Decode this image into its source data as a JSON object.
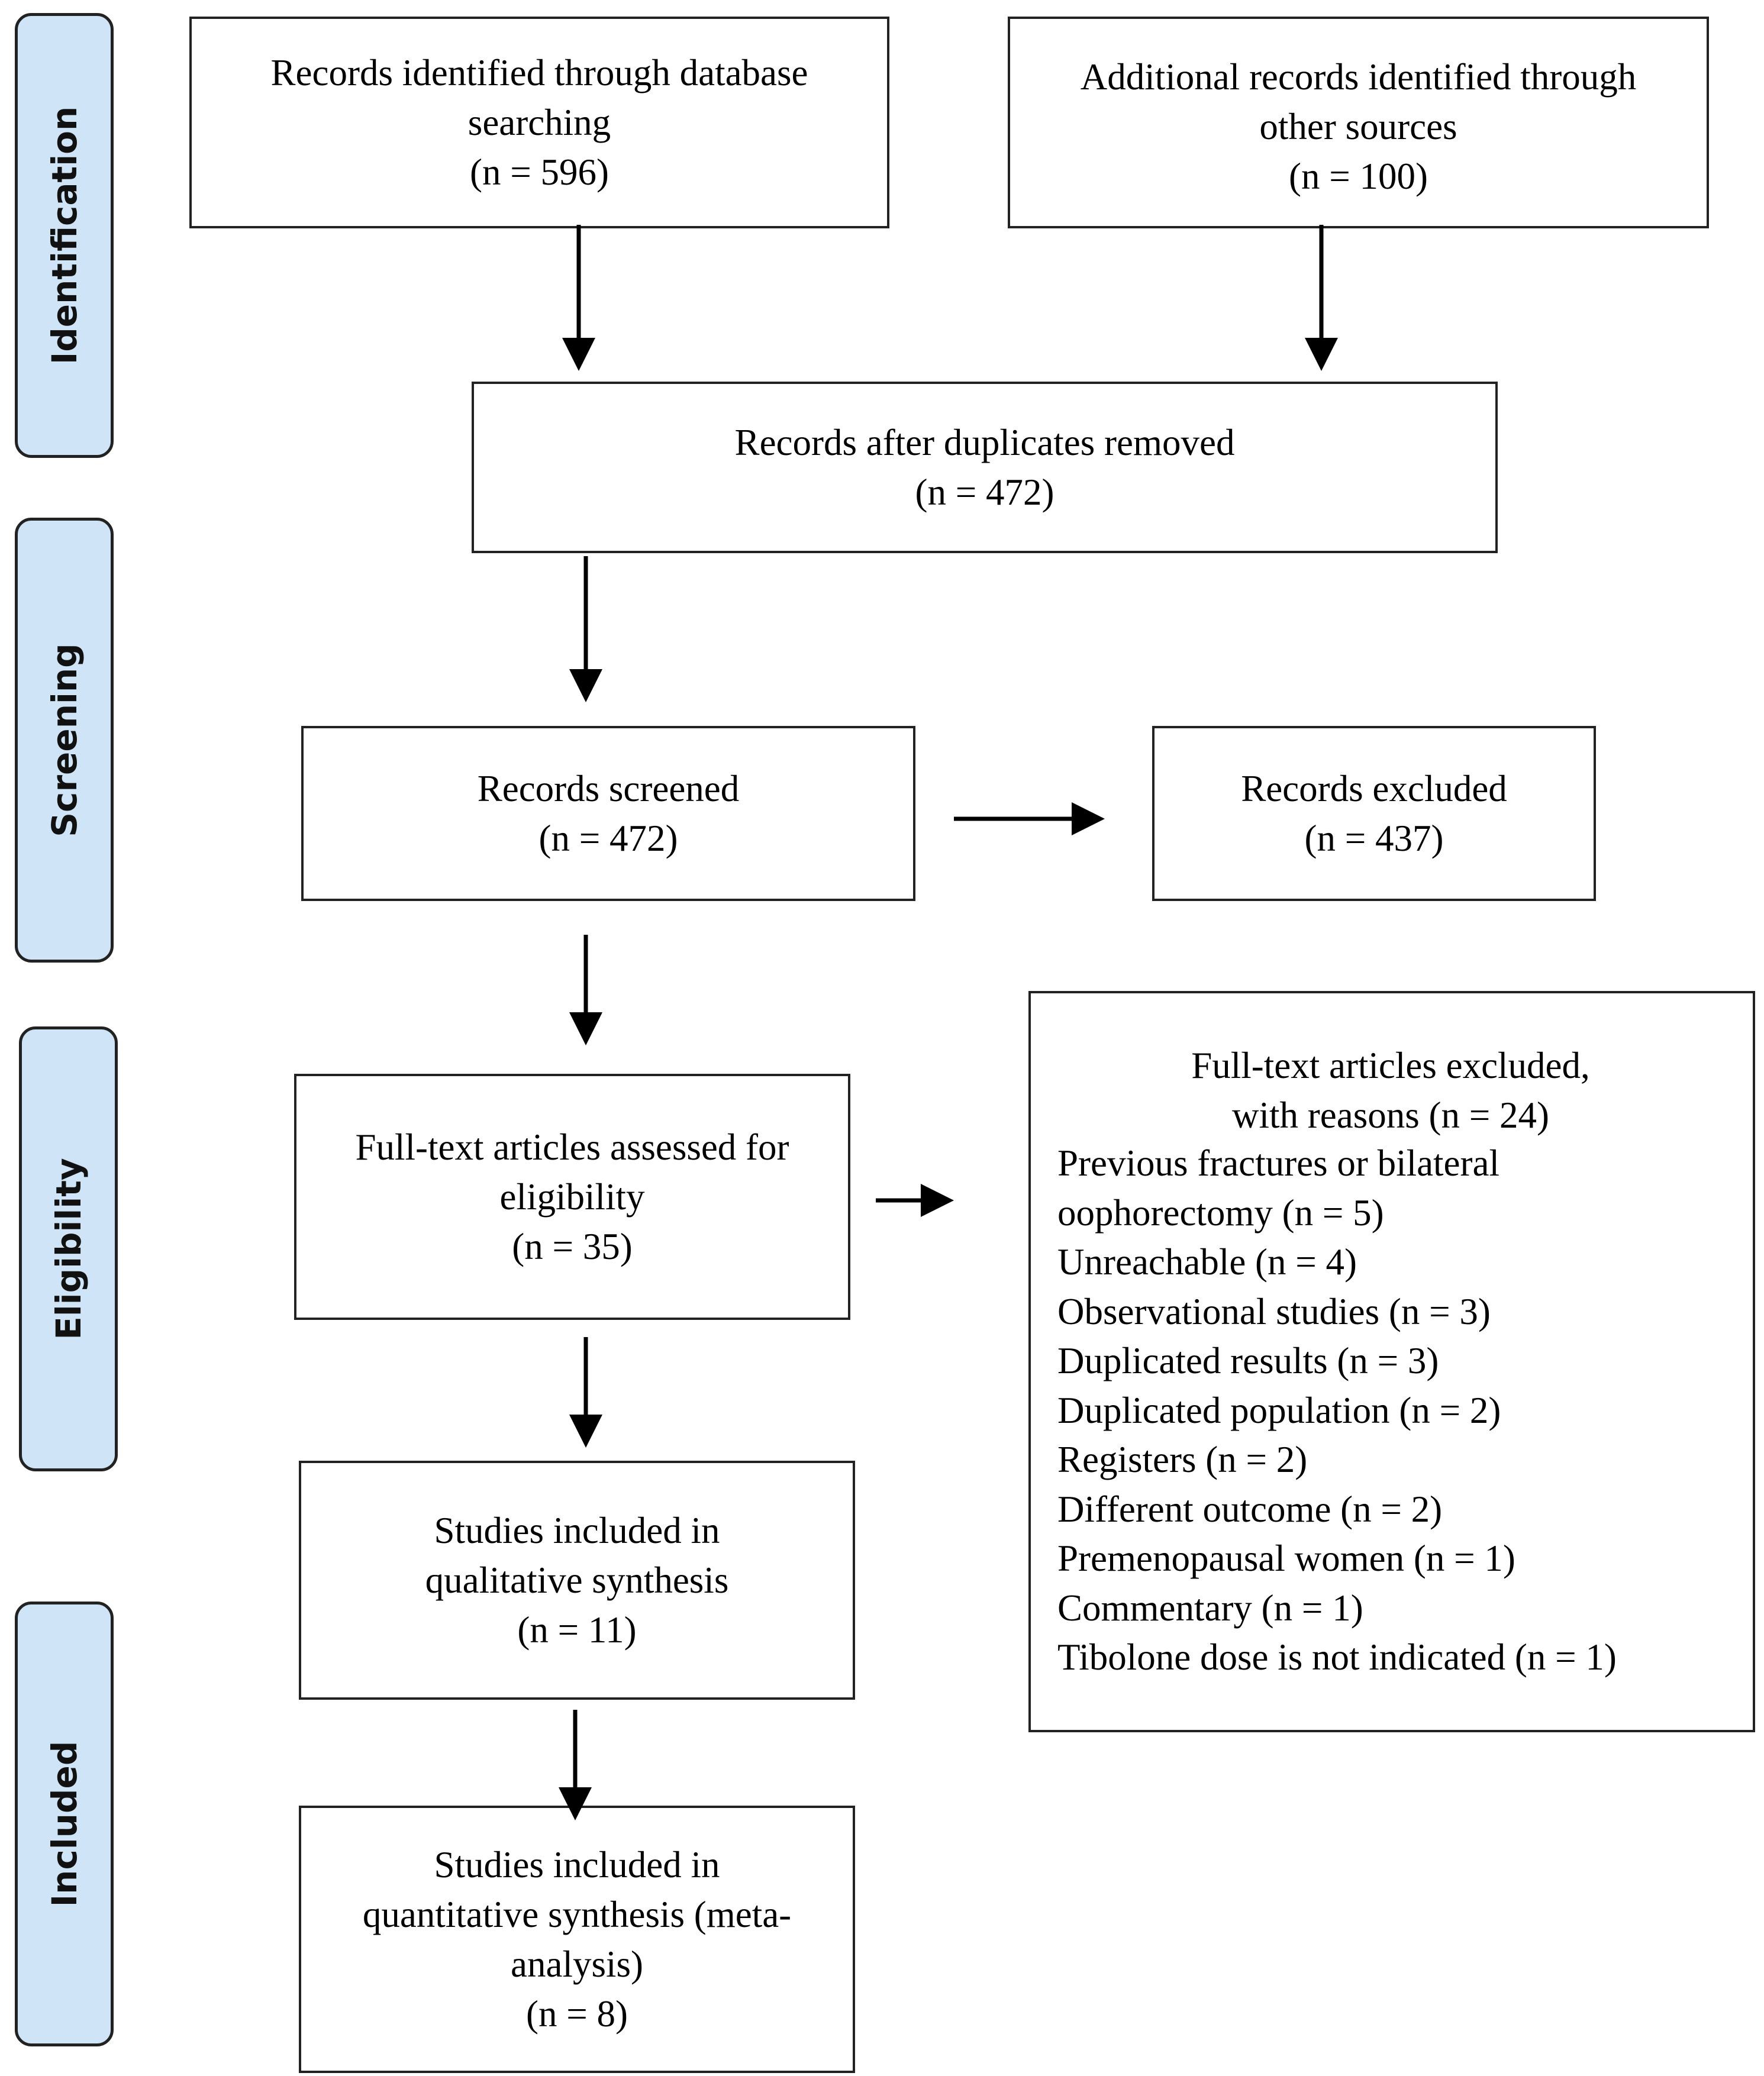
{
  "stages": {
    "identification": "Identification",
    "screening": "Screening",
    "eligibility": "Eligibility",
    "included": "Included"
  },
  "boxes": {
    "database": {
      "line1": "Records identified through database",
      "line2": "searching",
      "line3": "(n = 596)"
    },
    "other_sources": {
      "line1": "Additional records identified through",
      "line2": "other sources",
      "line3": "(n = 100)"
    },
    "duplicates_removed": {
      "line1": "Records after duplicates removed",
      "line2": "(n = 472)"
    },
    "screened": {
      "line1": "Records screened",
      "line2": "(n = 472)"
    },
    "excluded": {
      "line1": "Records excluded",
      "line2": "(n = 437)"
    },
    "fulltext_assessed": {
      "line1": "Full-text articles assessed for",
      "line2": "eligibility",
      "line3": "(n = 35)"
    },
    "qualitative": {
      "line1": "Studies included in",
      "line2": "qualitative synthesis",
      "line3": "(n = 11)"
    },
    "quantitative": {
      "line1": "Studies included in",
      "line2": "quantitative synthesis (meta-",
      "line3": "analysis)",
      "line4": "(n = 8)"
    }
  },
  "fulltext_excluded": {
    "title_line1": "Full-text articles excluded,",
    "title_line2": "with reasons (n = 24)",
    "reasons": [
      "Previous fractures or bilateral",
      "oophorectomy (n = 5)",
      "Unreachable (n = 4)",
      "Observational studies (n = 3)",
      "Duplicated results (n = 3)",
      "Duplicated population (n = 2)",
      "Registers (n = 2)",
      "Different outcome (n = 2)",
      "Premenopausal women (n = 1)",
      "Commentary (n = 1)",
      "Tibolone dose is not indicated (n = 1)"
    ]
  }
}
